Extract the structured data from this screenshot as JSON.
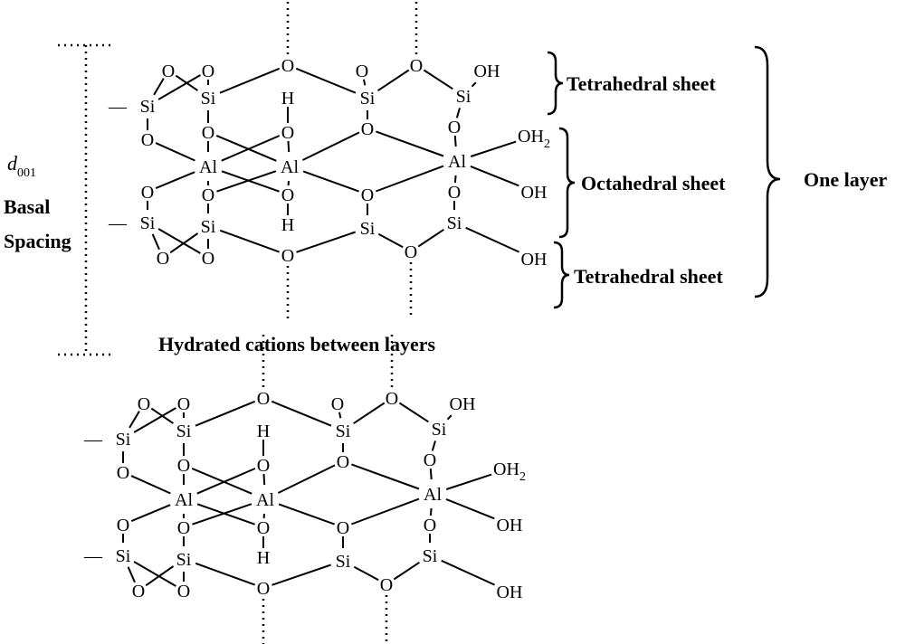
{
  "labels": {
    "tetrahedral_top": "Tetrahedral sheet",
    "octahedral": "Octahedral sheet",
    "tetrahedral_bottom": "Tetrahedral sheet",
    "one_layer": "One layer",
    "interlayer": "Hydrated cations between layers",
    "d_symbol": "d",
    "d_subscript": "001",
    "basal": "Basal",
    "spacing": "Spacing"
  },
  "atoms": {
    "oxygen": "O",
    "silicon": "Si",
    "aluminium": "Al",
    "hydrogen": "H",
    "hydroxyl": "OH",
    "water_base": "OH",
    "water_subscript": "2",
    "bond_stub": "—"
  }
}
